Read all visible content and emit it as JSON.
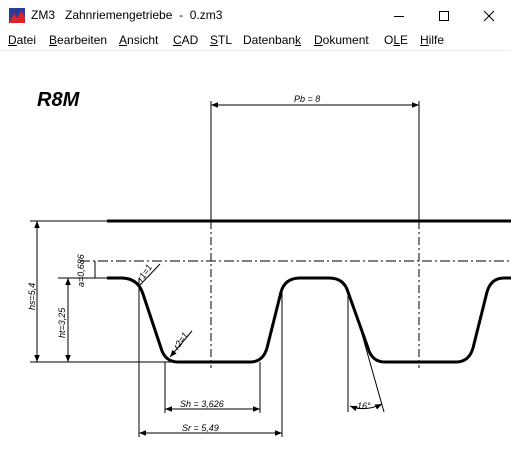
{
  "window": {
    "title": "ZM3   Zahnriemengetriebe  -  0.zm3",
    "controls": {
      "minimize": "—",
      "maximize": "☐",
      "close": "✕"
    }
  },
  "menu": [
    {
      "label": "Datei",
      "mnemonic_index": 0
    },
    {
      "label": "Bearbeiten",
      "mnemonic_index": 0
    },
    {
      "label": "Ansicht",
      "mnemonic_index": 0
    },
    {
      "label": "CAD",
      "mnemonic_index": 0
    },
    {
      "label": "STL",
      "mnemonic_index": 0
    },
    {
      "label": "Datenbank",
      "mnemonic_index": 8
    },
    {
      "label": "Dokument",
      "mnemonic_index": 0
    },
    {
      "label": "OLE",
      "mnemonic_index": 1
    },
    {
      "label": "Hilfe",
      "mnemonic_index": 0
    }
  ],
  "drawing": {
    "profile_name": "R8M",
    "dimensions": {
      "pb": "Pb = 8",
      "hs": "hs=5,4",
      "ht": "ht=3,25",
      "a": "a=0,686",
      "r1": "r1=1",
      "r2": "r2=1",
      "sh": "Sh = 3,626",
      "sr": "Sr = 5,49",
      "angle": "16°"
    }
  }
}
